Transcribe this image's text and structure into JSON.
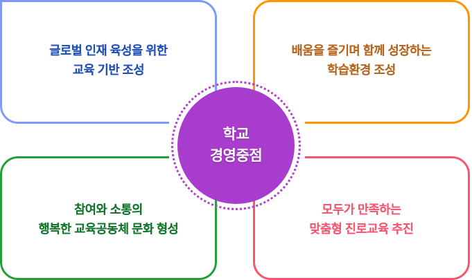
{
  "diagram": {
    "title": "학교 경영중점",
    "center": {
      "name": "center-hub",
      "line1": "학교",
      "line2": "경영중점",
      "fill_color": "#a83ccc",
      "ring_color": "#b141c8",
      "text_color": "#ffffff"
    },
    "quadrants": [
      {
        "position": "top-left",
        "text": "글로벌 인재 육성을 위한\n교육 기반 조성",
        "border_color": "#7d9bf5",
        "text_color": "#1f4fb8"
      },
      {
        "position": "top-right",
        "text": "배움을 즐기며 함께 성장하는\n학습환경 조성",
        "border_color": "#fd9400",
        "text_color": "#b5651d"
      },
      {
        "position": "bottom-left",
        "text": "참여와 소통의\n행복한 교육공동체 문화 형성",
        "border_color": "#21a038",
        "text_color": "#12762a"
      },
      {
        "position": "bottom-right",
        "text": "모두가 만족하는\n맞춤형 진로교육 추진",
        "border_color": "#f8566e",
        "text_color": "#f8566e"
      }
    ]
  }
}
